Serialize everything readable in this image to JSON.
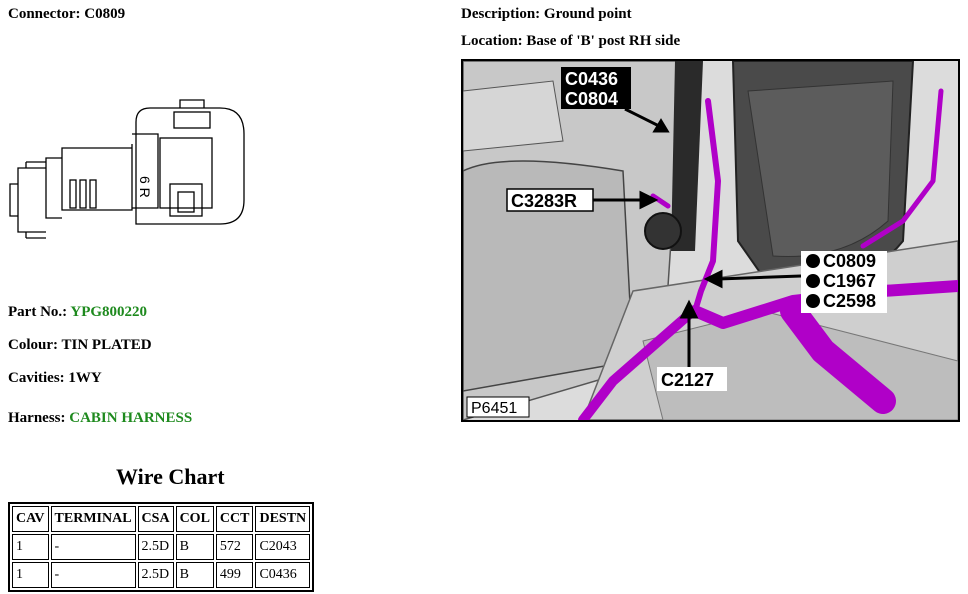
{
  "connector": {
    "label": "Connector:",
    "value": "C0809"
  },
  "description": {
    "label": "Description:",
    "value": "Ground point"
  },
  "location": {
    "label": "Location:",
    "value": "Base of 'B' post RH side"
  },
  "part_no": {
    "label": "Part No.:",
    "value": "YPG800220"
  },
  "colour": {
    "label": "Colour:",
    "value": "TIN PLATED"
  },
  "cavities": {
    "label": "Cavities:",
    "value": "1WY"
  },
  "harness": {
    "label": "Harness:",
    "value": "CABIN HARNESS"
  },
  "drawing": {
    "mark_text": "6 R"
  },
  "photo": {
    "ref": "P6451",
    "callouts": {
      "top_1": "C0436",
      "top_2": "C0804",
      "left": "C3283R",
      "right_1": "C0809",
      "right_2": "C1967",
      "right_3": "C2598",
      "bottom": "C2127"
    }
  },
  "wire_chart": {
    "title": "Wire Chart",
    "headers": [
      "CAV",
      "TERMINAL",
      "CSA",
      "COL",
      "CCT",
      "DESTN"
    ],
    "rows": [
      [
        "1",
        "-",
        "2.5D",
        "B",
        "572",
        "C2043"
      ],
      [
        "1",
        "-",
        "2.5D",
        "B",
        "499",
        "C0436"
      ]
    ]
  },
  "colors": {
    "green_value": "#1e8a1e",
    "harness_magenta": "#b000c8"
  }
}
